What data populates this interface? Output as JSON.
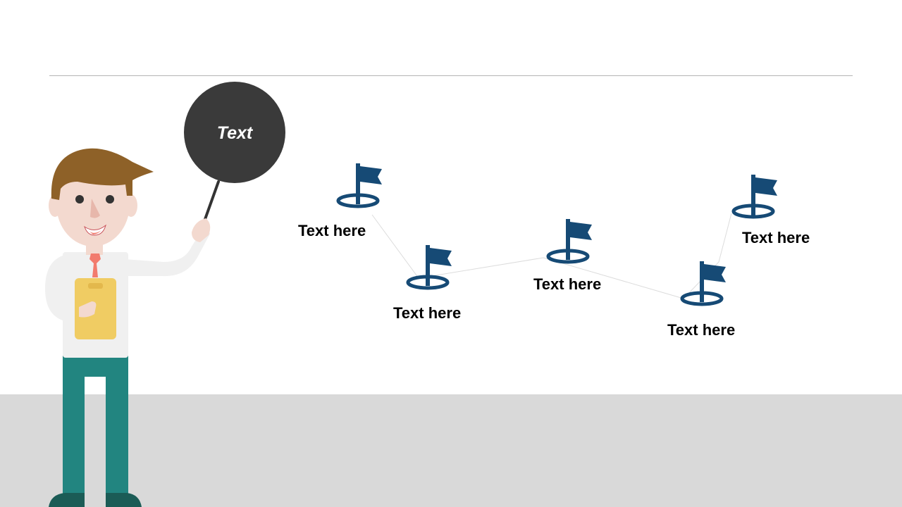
{
  "speech_bubble": {
    "text": "Text"
  },
  "milestones": [
    {
      "label": "Text here"
    },
    {
      "label": "Text here"
    },
    {
      "label": "Text here"
    },
    {
      "label": "Text here"
    },
    {
      "label": "Text here"
    }
  ],
  "colors": {
    "flag": "#164a75",
    "bubble": "#3a3a3a",
    "floor": "#d9d9d9",
    "rule": "#b4b4b4",
    "hair": "#8e6128",
    "skin": "#f3d9cf",
    "shirt": "#f0f0f0",
    "tie": "#f27b6d",
    "clipboard": "#f0cc63",
    "pants": "#228580",
    "shoes": "#1b5c56"
  }
}
